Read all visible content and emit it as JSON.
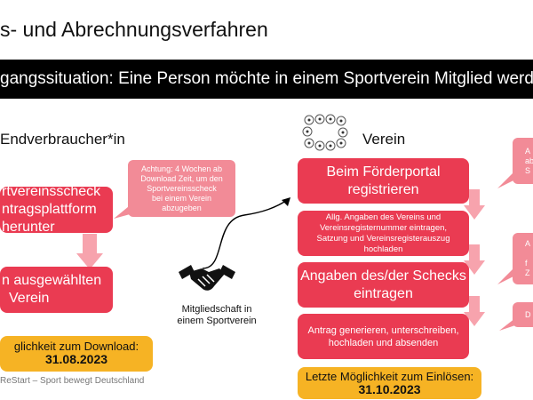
{
  "slide": {
    "title": "s- und Abrechnungsverfahren",
    "banner": "gangssituation: Eine Person möchte in einem Sportverein Mitglied werden",
    "footer": "ReStart – Sport bewegt Deutschland"
  },
  "left": {
    "heading": "Endverbraucher*in",
    "box1": [
      "rtvereinsscheck",
      "ntragsplattform",
      "herunter"
    ],
    "box2": [
      "n ausgewählten",
      "Verein"
    ],
    "bubble": [
      "Achtung: 4 Wochen ab",
      "Download Zeit, um den",
      "Sportvereinsscheck",
      "bei einem Verein",
      "abzugeben"
    ],
    "deadline_text": "glichkeit zum Download:",
    "deadline_date": "31.08.2023"
  },
  "middle": {
    "caption": [
      "Mitgliedschaft in",
      "einem Sportverein"
    ],
    "icon": "handshake-icon"
  },
  "right": {
    "heading": "Verein",
    "icon": "sports-pictograms-icon",
    "box1": [
      "Beim Förderportal",
      "registrieren"
    ],
    "box2": [
      "Allg. Angaben des Vereins und",
      "Vereinsregisternummer eintragen,",
      "Satzung und Vereinsregisterauszug",
      "hochladen"
    ],
    "box3": [
      "Angaben des/der Schecks",
      "eintragen"
    ],
    "box4": [
      "Antrag generieren, unterschreiben,",
      "hochladen und absenden"
    ],
    "deadline_text": "Letzte Möglichkeit zum Einlösen:",
    "deadline_date": "31.10.2023",
    "side_bubbles": [
      [
        "A",
        "ab",
        "S"
      ],
      [
        "A",
        "",
        "f",
        "Z"
      ],
      [
        "D"
      ]
    ]
  },
  "colors": {
    "red": "#ea3b52",
    "pink": "#f28b97",
    "arrow": "#f7a3ad",
    "yellow": "#f6b324",
    "banner": "#000000"
  }
}
